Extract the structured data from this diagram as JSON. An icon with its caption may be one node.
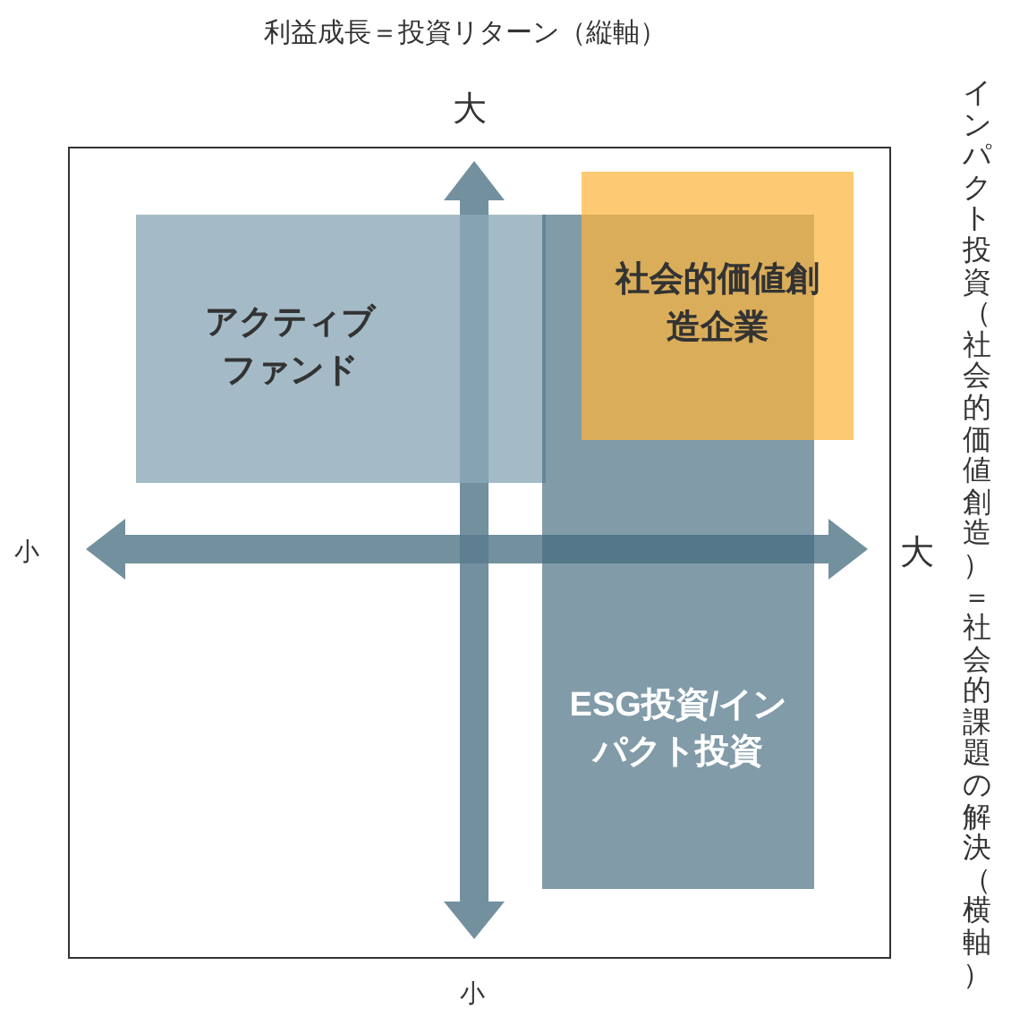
{
  "diagram": {
    "nodes": [
      {
        "text": [
          "アクティブファンド"
        ]
      },
      {
        "text": [
          "社会的価値創造企業"
        ]
      },
      {
        "text": [
          "ESG投資/インパクト投資"
        ]
      }
    ],
    "labels": [
      "利益成長＝投資リターン（縦軸）",
      "大",
      "インパクト投資（社会的価値創造）＝社会的課題の解決（横軸）",
      "小",
      "大",
      "小"
    ]
  }
}
